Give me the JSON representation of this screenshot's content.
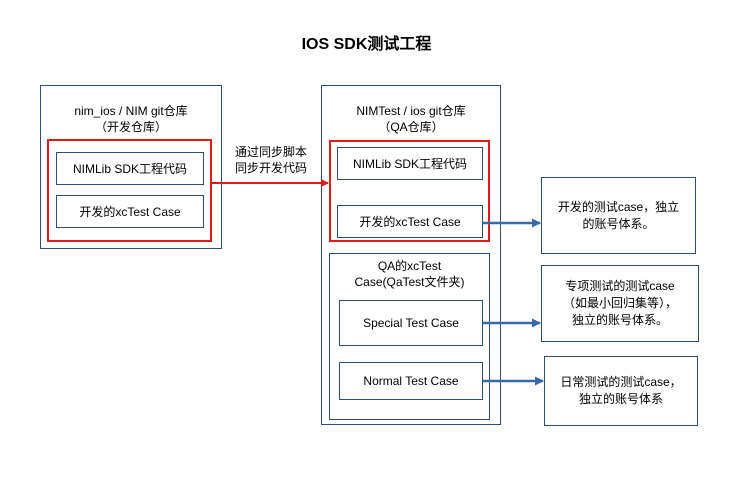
{
  "title": "IOS SDK测试工程",
  "left_repo": {
    "line1": "nim_ios / NIM git仓库",
    "line2": "（开发仓库）",
    "box1": "NIMLib SDK工程代码",
    "box2": "开发的xcTest Case"
  },
  "sync_label": {
    "line1": "通过同步脚本",
    "line2": "同步开发代码"
  },
  "right_repo": {
    "line1": "NIMTest / ios git仓库",
    "line2": "（QA仓库）",
    "box1": "NIMLib SDK工程代码",
    "box2": "开发的xcTest Case",
    "qa_folder": {
      "line1": "QA的xcTest",
      "line2": "Case(QaTest文件夹)",
      "box1": "Special Test Case",
      "box2": "Normal Test Case"
    }
  },
  "notes": {
    "dev_case": {
      "line1": "开发的测试case，独立",
      "line2": "的账号体系。"
    },
    "special_case": {
      "line1": "专项测试的测试case",
      "line2": "（如最小回归集等），",
      "line3": "独立的账号体系。"
    },
    "normal_case": {
      "line1": "日常测试的测试case，",
      "line2": "独立的账号体系"
    }
  },
  "colors": {
    "box_border": "#2e4d7b",
    "highlight": "#e01b1b",
    "arrow_blue": "#3a6aa6"
  }
}
